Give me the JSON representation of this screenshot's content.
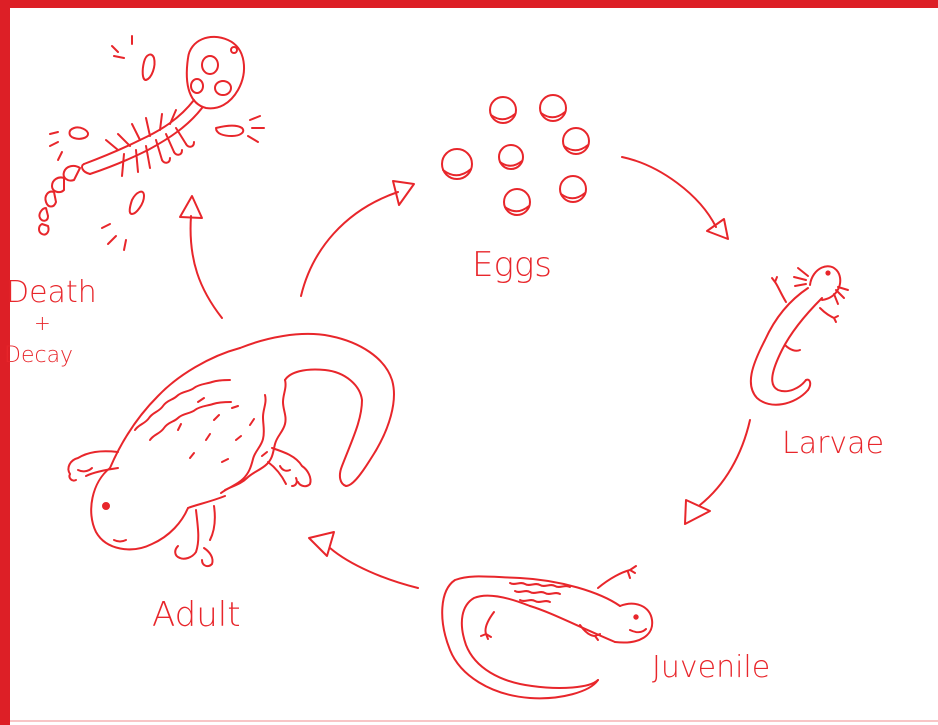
{
  "diagram": {
    "colors": {
      "ink": "#e8262b",
      "frame": "#dd1f26",
      "background": "#ffffff"
    },
    "stages": {
      "eggs": "Eggs",
      "larvae": "Larvae",
      "juvenile": "Juvenile",
      "adult": "Adult",
      "death_line1": "Death",
      "death_plus": "+",
      "death_line2": "Decay"
    }
  }
}
